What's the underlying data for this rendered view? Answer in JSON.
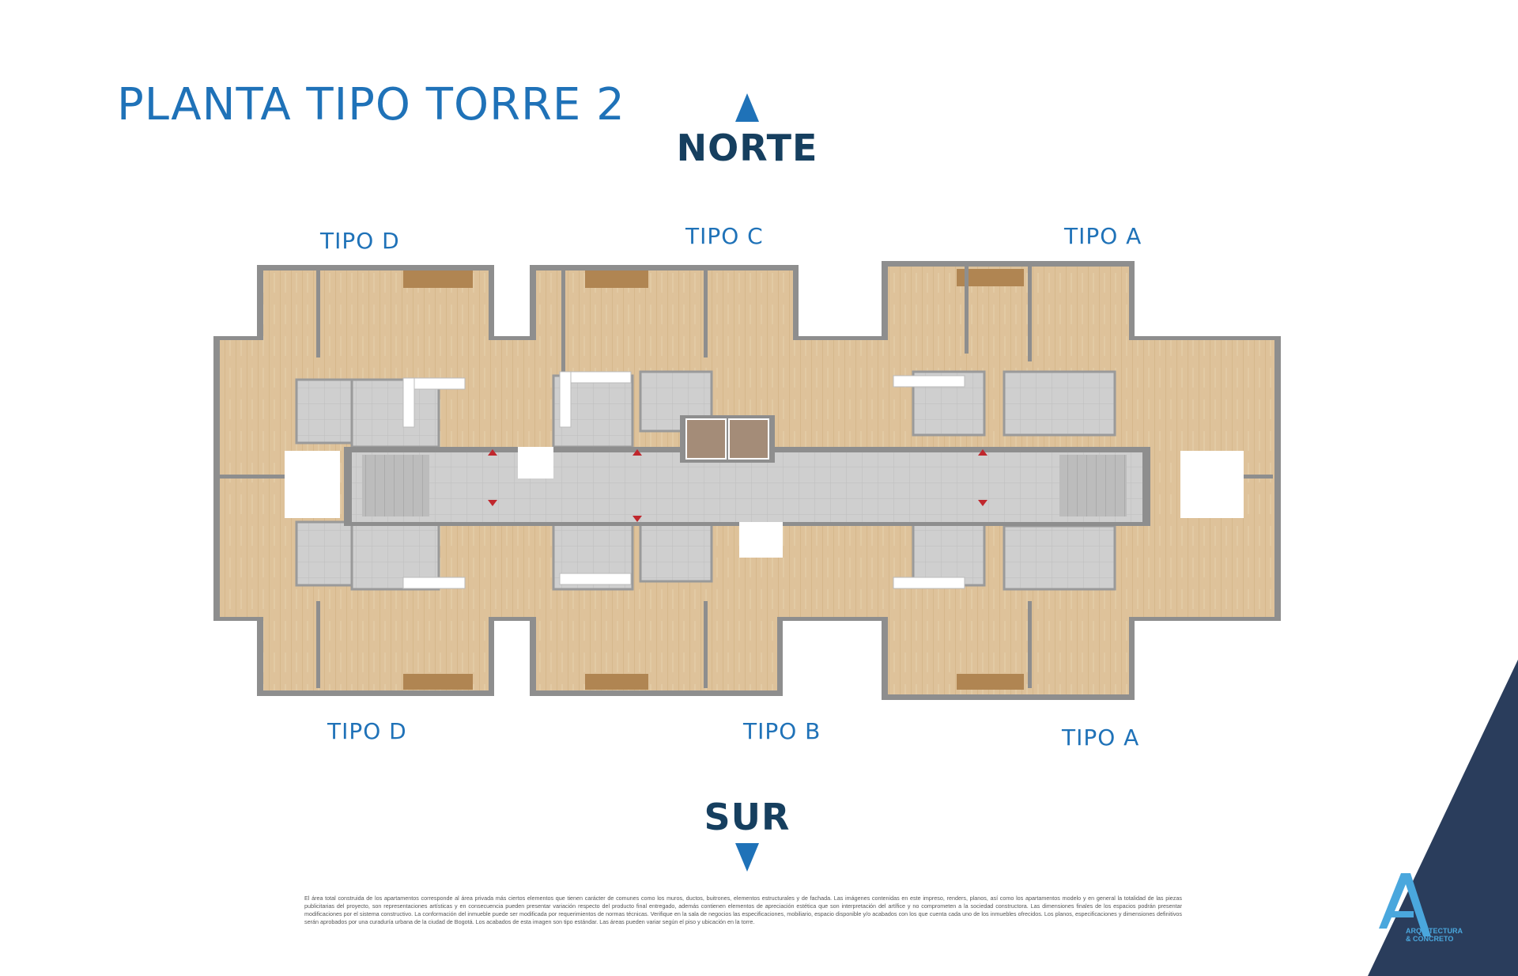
{
  "title": "PLANTA TIPO TORRE 2",
  "compass": {
    "north": "NORTE",
    "south": "SUR"
  },
  "units": {
    "top_left": "TIPO D",
    "top_center": "TIPO C",
    "top_right": "TIPO A",
    "bottom_left": "TIPO D",
    "bottom_center": "TIPO B",
    "bottom_right": "TIPO A"
  },
  "disclaimer": "El área total construida de los apartamentos corresponde al área privada más ciertos elementos que tienen carácter de comunes como los muros, ductos, buitrones, elementos estructurales y de fachada. Las imágenes contenidas en este impreso, renders, planos, así como los apartamentos modelo y en general la totalidad de las piezas publicitarias del proyecto, son representaciones artísticas y en consecuencia pueden presentar variación respecto del producto final entregado, además contienen elementos de apreciación estética que son interpretación del artífice y no comprometen a la sociedad constructora. Las dimensiones finales de los espacios podrán presentar modificaciones por el sistema constructivo. La conformación del inmueble puede ser modificada por requerimientos de normas técnicas. Verifique en la sala de negocios las especificaciones, mobiliario, espacio disponible y/o acabados con los que cuenta cada uno de los inmuebles ofrecidos. Los planos, especificaciones y dimensiones definitivos serán aprobados por una curaduría urbana de la ciudad de Bogotá. Los acabados de esta imagen son tipo estándar. Las áreas pueden variar según el piso y ubicación en la torre.",
  "logo": {
    "line1": "ARQUITECTURA",
    "line2": "& CONCRETO",
    "letter": "A"
  },
  "colors": {
    "title": "#1f72b8",
    "compass_text": "#163f5f",
    "wood": "#dcbf93",
    "wall": "#8e8e8e",
    "corner": "#2a3d5c"
  }
}
